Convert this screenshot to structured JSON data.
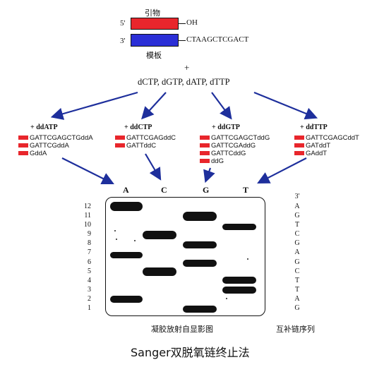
{
  "top": {
    "primer_label": "引物",
    "five_prime": "5'",
    "three_prime": "3'",
    "oh_label": "OH",
    "template_seq": "CTAAGCTCGACT",
    "template_label": "模板",
    "plus": "+",
    "dntps": "dCTP, dGTP, dATP, dTTP"
  },
  "reactions": [
    {
      "label": "+ ddATP",
      "fragments": [
        "GATTCGAGCTGddA",
        "GATTCGddA",
        "GddA"
      ]
    },
    {
      "label": "+ ddCTP",
      "fragments": [
        "GATTCGAGddC",
        "GATTddC"
      ]
    },
    {
      "label": "+ ddGTP",
      "fragments": [
        "GATTCGAGCTddG",
        "GATTCGAddG",
        "GATTCddG",
        "ddG"
      ]
    },
    {
      "label": "+ ddTTP",
      "fragments": [
        "GATTCGAGCddT",
        "GATddT",
        "GAddT"
      ]
    }
  ],
  "gel": {
    "lanes": [
      "A",
      "C",
      "G",
      "T"
    ],
    "positions": [
      "12",
      "11",
      "10",
      "9",
      "8",
      "7",
      "6",
      "5",
      "4",
      "3",
      "2",
      "1"
    ],
    "caption": "凝胶放射自显影图"
  },
  "complement": {
    "header": "3'",
    "bases": [
      "A",
      "G",
      "T",
      "C",
      "G",
      "A",
      "G",
      "C",
      "T",
      "T",
      "A",
      "G"
    ],
    "caption": "互补链序列"
  },
  "title": "Sanger双脱氧链终止法",
  "colors": {
    "primer": "#e8262c",
    "template": "#2b2fd6",
    "arrow": "#1e2f9c",
    "band": "#111111"
  }
}
